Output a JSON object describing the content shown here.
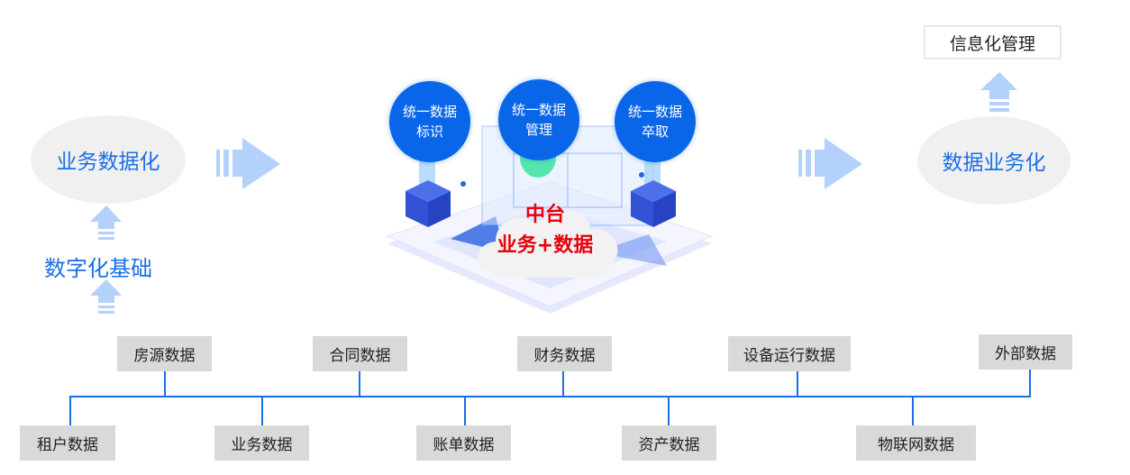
{
  "left": {
    "top_label": "业务数据化",
    "base_label": "数字化基础"
  },
  "right": {
    "top_box": "信息化管理",
    "ellipse_label": "数据业务化"
  },
  "center": {
    "circles": [
      {
        "line1": "统一数据",
        "line2": "标识"
      },
      {
        "line1": "统一数据",
        "line2": "管理"
      },
      {
        "line1": "统一数据",
        "line2": "卒取"
      }
    ],
    "cloud": {
      "line1": "中台",
      "line2": "业务+数据"
    }
  },
  "sources_top": [
    "房源数据",
    "合同数据",
    "财务数据",
    "设备运行数据",
    "外部数据"
  ],
  "sources_bottom": [
    "租户数据",
    "业务数据",
    "账单数据",
    "资产数据",
    "物联网数据"
  ],
  "colors": {
    "accent": "#1a6fe8",
    "arrow": "#b3d1fb",
    "circle": "#0a66e8",
    "cloud_text": "#e8000b"
  }
}
